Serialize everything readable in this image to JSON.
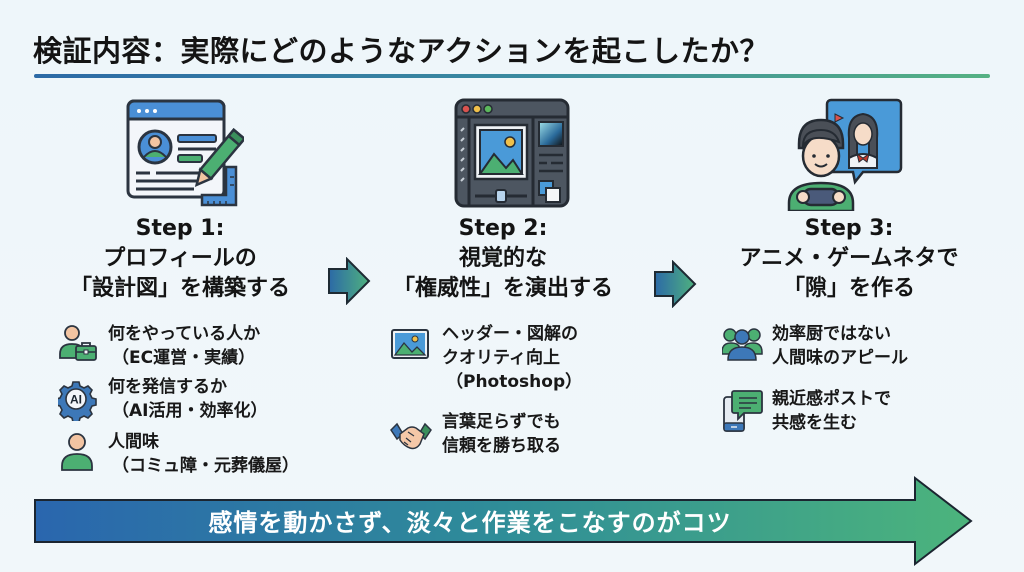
{
  "title": "検証内容：実際にどのようなアクションを起こしたか？",
  "colors": {
    "gradient_start": "#2c6aa6",
    "gradient_end": "#55b183",
    "background": "#eef6fa"
  },
  "steps": [
    {
      "icon": "profile-design-icon",
      "label": "Step 1:",
      "line1": "プロフィールの",
      "line2": "「設計図」を構築する",
      "items": [
        {
          "icon": "person-briefcase-icon",
          "main": "何をやっている人か",
          "sub": "（EC運営・実績）"
        },
        {
          "icon": "ai-gear-icon",
          "main": "何を発信するか",
          "sub": "（AI活用・効率化）"
        },
        {
          "icon": "person-icon",
          "main": "人間味",
          "sub": "（コミュ障・元葬儀屋）"
        }
      ]
    },
    {
      "icon": "image-editor-icon",
      "label": "Step 2:",
      "line1": "視覚的な",
      "line2": "「権威性」を演出する",
      "items": [
        {
          "icon": "image-icon",
          "main": "ヘッダー・図解の",
          "main2": "クオリティ向上",
          "sub": "（Photoshop）"
        },
        {
          "icon": "handshake-icon",
          "main": "言葉足らずでも",
          "main2": "信頼を勝ち取る"
        }
      ]
    },
    {
      "icon": "gamer-anime-icon",
      "label": "Step 3:",
      "line1": "アニメ・ゲームネタで",
      "line2": "「隙」を作る",
      "items": [
        {
          "icon": "people-group-icon",
          "main": "効率厨ではない",
          "main2": "人間味のアピール"
        },
        {
          "icon": "phone-chat-icon",
          "main": "親近感ポストで",
          "main2": "共感を生む"
        }
      ]
    }
  ],
  "bottom_banner": "感情を動かさず、淡々と作業をこなすのがコツ"
}
